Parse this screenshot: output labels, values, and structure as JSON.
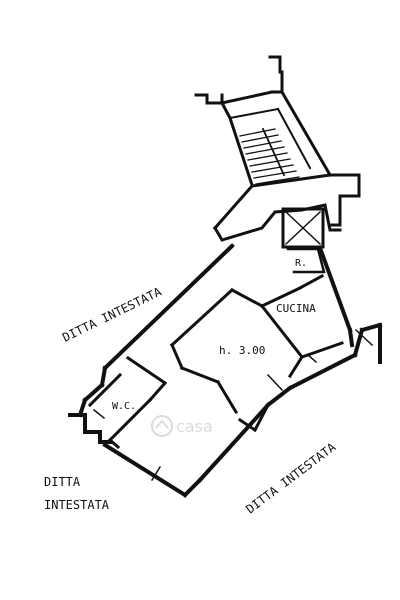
{
  "colors": {
    "ink": "#111111",
    "paper": "#ffffff",
    "watermark": "#cfcfcf"
  },
  "labels": {
    "ditta_top": "DITTA  INTESTATA",
    "ditta_bottom_left_1": "DITTA",
    "ditta_bottom_left_2": "INTESTATA",
    "ditta_bottom_right": "DITTA  INTESTATA",
    "cucina": "CUCINA",
    "height": "h. 3.00",
    "wc": "W.C.",
    "r": "R."
  },
  "watermark": {
    "text": "casa"
  },
  "icons": {
    "stairs": "stair-treads",
    "elevator": "elevator-cross-box",
    "watermark": "house-logo-icon"
  }
}
